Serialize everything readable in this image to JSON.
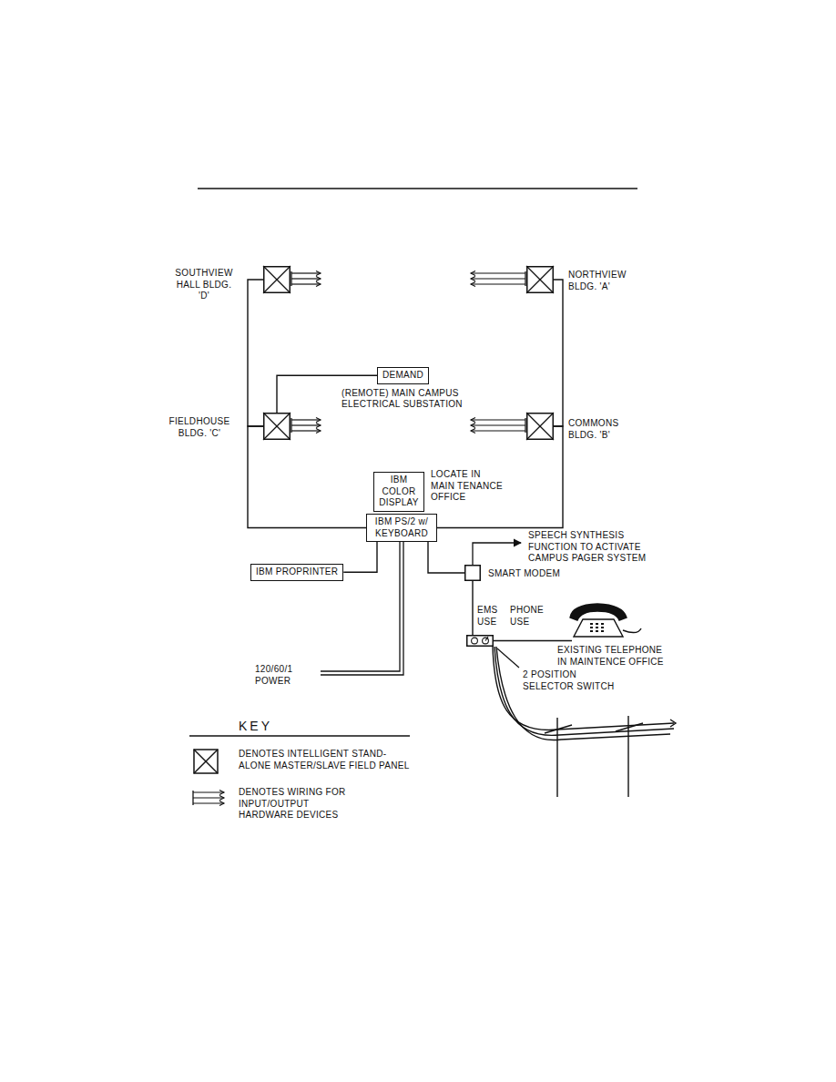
{
  "diagram": {
    "nodes": [
      {
        "text": [
          "SOUTHVIEW HALL BLDG. 'D'"
        ]
      },
      {
        "text": [
          "NORTHVIEW BLDG. 'A'"
        ]
      },
      {
        "text": [
          "DEMAND",
          "(REMOTE) MAIN CAMPUS ELECTRICAL SUBSTATION"
        ]
      },
      {
        "text": [
          "FIELDHOUSE BLDG. 'C'"
        ]
      },
      {
        "text": [
          "COMMONS BLDG. 'B'"
        ]
      },
      {
        "text": [
          "IBM COLOR DISPLAY",
          "LOCATE IN MAIN TENANCE OFFICE"
        ]
      },
      {
        "text": [
          "IBM PS/2 w/ KEYBOARD"
        ]
      },
      {
        "text": [
          "IBM PROPRINTER"
        ]
      },
      {
        "text": [
          "SMART MODEM"
        ]
      },
      {
        "text": [
          "2 POSITION SELECTOR SWITCH"
        ]
      }
    ],
    "edges": [
      {
        "from": 0,
        "to": 3,
        "arrow": "none"
      },
      {
        "from": 1,
        "to": 4,
        "arrow": "none"
      },
      {
        "from": 3,
        "to": 2,
        "arrow": "none"
      },
      {
        "from": 3,
        "to": 6,
        "arrow": "none"
      },
      {
        "from": 4,
        "to": 6,
        "arrow": "none"
      },
      {
        "from": 6,
        "to": 7,
        "arrow": "none"
      },
      {
        "from": 6,
        "to": 8,
        "arrow": "none"
      },
      {
        "from": 8,
        "to": 9,
        "arrow": "none"
      }
    ],
    "labels": [
      "SPEECH SYNTHESIS FUNCTION TO ACTIVATE CAMPUS PAGER SYSTEM",
      "EMS USE",
      "PHONE USE",
      "EXISTING TELEPHONE IN MAINTENCE OFFICE",
      "120/60/1 POWER",
      "KEY"
    ],
    "legend": [
      {
        "text": "DENOTES INTELLIGENT STAND-ALONE MASTER/SLAVE FIELD PANEL"
      },
      {
        "text": "DENOTES WIRING FOR INPUT/OUTPUT HARDWARE DEVICES"
      }
    ]
  }
}
